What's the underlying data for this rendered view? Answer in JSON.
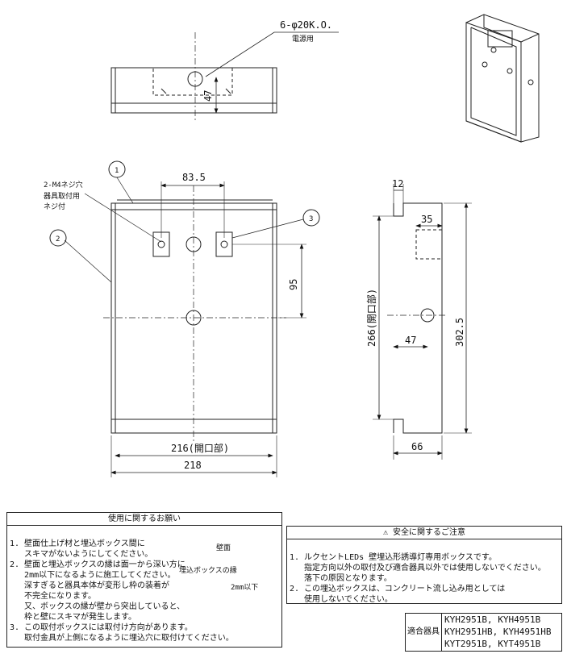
{
  "top_view": {
    "hole_label": "6-φ20K.O.",
    "hole_sub": "電源用",
    "depth_dim": "47"
  },
  "front_view": {
    "screw_label_1": "2-M4ネジ穴",
    "screw_label_2": "器具取付用",
    "screw_label_3": "ネジ付",
    "dim_top": "83.5",
    "dim_vert": "95",
    "dim_open": "216(開口部)",
    "dim_width": "218",
    "callout_1": "1",
    "callout_2": "2",
    "callout_3": "3"
  },
  "side_view": {
    "dim_12": "12",
    "dim_35": "35",
    "dim_47": "47",
    "dim_266": "266(開口部)",
    "dim_302": "302.5",
    "dim_66": "66"
  },
  "usage_box": {
    "title": "使用に関するお願い",
    "lines": [
      "1. 壁面仕上げ材と埋込ボックス間に",
      "   スキマがないようにしてください。",
      "2. 壁面と埋込ボックスの縁は面一から深い方に",
      "   2mm以下になるように施工してください。",
      "   深すぎると器具本体が変形し枠の装着が",
      "   不完全になります。",
      "   又、ボックスの縁が壁から突出していると、",
      "   枠と壁にスキマが発生します。",
      "3. この取付ボックスには取付け方向があります。",
      "   取付金具が上側になるように埋込穴に取付けてください。"
    ],
    "label_wall": "壁面",
    "label_edge": "埋込ボックスの縁",
    "label_2mm": "2mm以下"
  },
  "safety_box": {
    "title": "安全に関するご注意",
    "warning_icon": "warning-triangle-icon",
    "lines": [
      "1. ルクセントLEDs 壁埋込形誘導灯専用ボックスです。",
      "   指定方向以外の取付及び適合器具以外では使用しないでください。",
      "   落下の原因となります。",
      "2. この埋込ボックスは、コンクリート流し込み用としては",
      "   使用しないでください。"
    ]
  },
  "compat_table": {
    "header": "適合器具",
    "rows": [
      "KYH2951B, KYH4951B",
      "KYH2951HB, KYH4951HB",
      "KYT2951B, KYT4951B"
    ]
  }
}
